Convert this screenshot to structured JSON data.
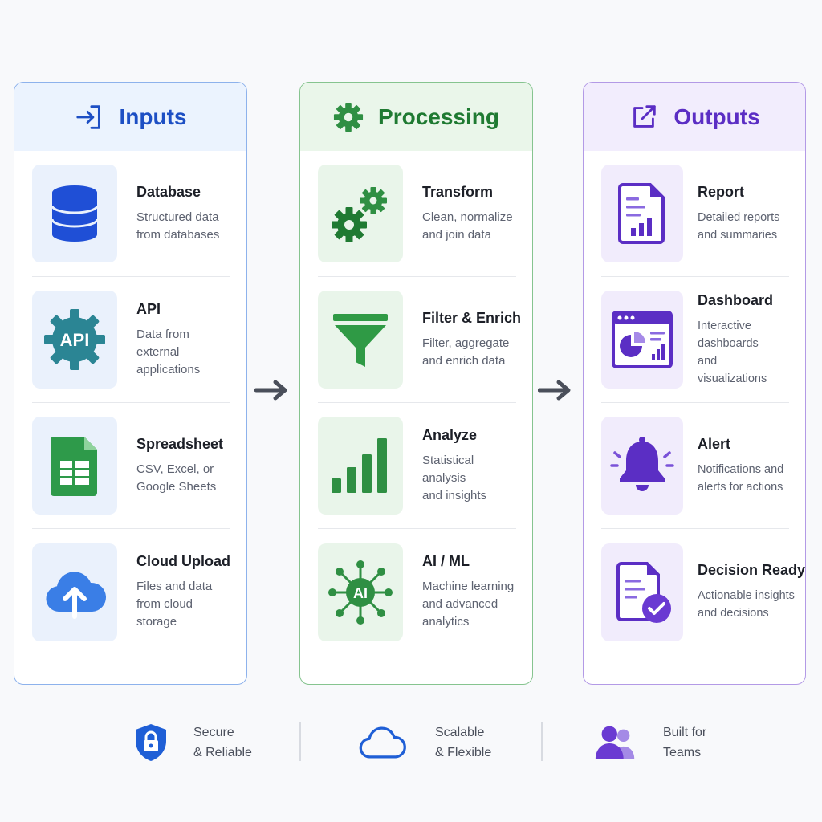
{
  "columns": {
    "inputs": {
      "title": "Inputs",
      "icon": "sign-in-icon",
      "color": "#1d4fc4",
      "items": [
        {
          "title": "Database",
          "desc": "Structured data\nfrom databases",
          "icon": "database-icon"
        },
        {
          "title": "API",
          "desc": "Data from external\napplications",
          "icon": "api-gear-icon"
        },
        {
          "title": "Spreadsheet",
          "desc": "CSV, Excel, or\nGoogle Sheets",
          "icon": "spreadsheet-icon"
        },
        {
          "title": "Cloud Upload",
          "desc": "Files and data\nfrom cloud storage",
          "icon": "cloud-upload-icon"
        }
      ]
    },
    "processing": {
      "title": "Processing",
      "icon": "gear-icon",
      "color": "#1f7a32",
      "items": [
        {
          "title": "Transform",
          "desc": "Clean, normalize\nand join data",
          "icon": "gears-icon"
        },
        {
          "title": "Filter & Enrich",
          "desc": "Filter, aggregate\nand enrich data",
          "icon": "funnel-icon"
        },
        {
          "title": "Analyze",
          "desc": "Statistical analysis\nand insights",
          "icon": "bar-chart-icon"
        },
        {
          "title": "AI / ML",
          "desc": "Machine learning\nand advanced\nanalytics",
          "icon": "ai-network-icon"
        }
      ]
    },
    "outputs": {
      "title": "Outputs",
      "icon": "external-link-icon",
      "color": "#5b2ec4",
      "items": [
        {
          "title": "Report",
          "desc": "Detailed reports\nand summaries",
          "icon": "report-icon"
        },
        {
          "title": "Dashboard",
          "desc": "Interactive dashboards\nand visualizations",
          "icon": "dashboard-icon"
        },
        {
          "title": "Alert",
          "desc": "Notifications and\nalerts for actions",
          "icon": "bell-icon"
        },
        {
          "title": "Decision Ready",
          "desc": "Actionable insights\nand decisions",
          "icon": "document-check-icon"
        }
      ]
    }
  },
  "footer": [
    {
      "text": "Secure\n& Reliable",
      "icon": "shield-lock-icon"
    },
    {
      "text": "Scalable\n& Flexible",
      "icon": "cloud-icon"
    },
    {
      "text": "Built for\nTeams",
      "icon": "team-icon"
    }
  ]
}
